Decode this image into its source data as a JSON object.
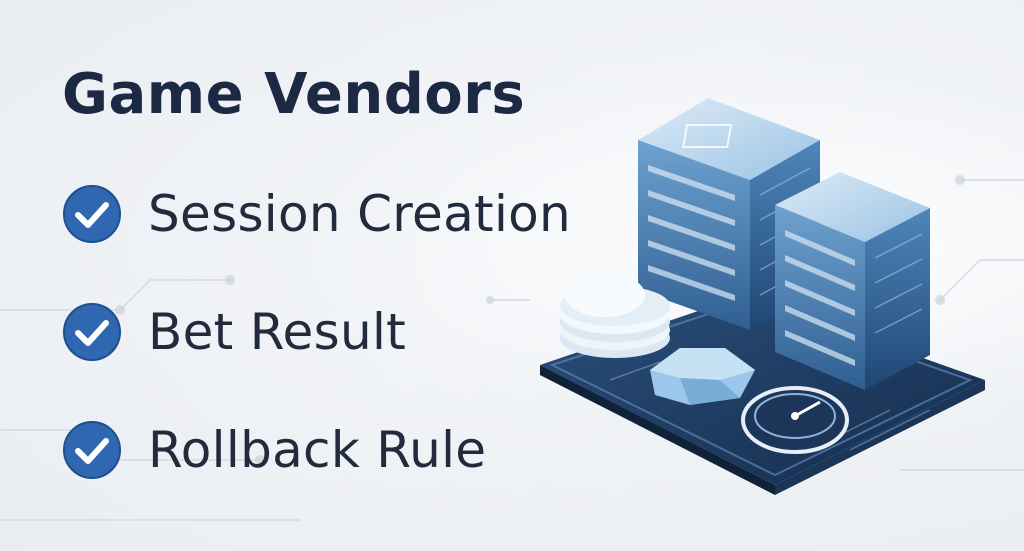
{
  "title": "Game Vendors",
  "features": [
    {
      "label": "Session Creation",
      "icon": "check-circle-icon"
    },
    {
      "label": "Bet Result",
      "icon": "check-circle-icon"
    },
    {
      "label": "Rollback Rule",
      "icon": "check-circle-icon"
    }
  ],
  "colors": {
    "title": "#1c2942",
    "text": "#222b3d",
    "check_fill": "#2f67b0",
    "server_blue": "#3f7fb5",
    "platform": "#1f3f66"
  }
}
